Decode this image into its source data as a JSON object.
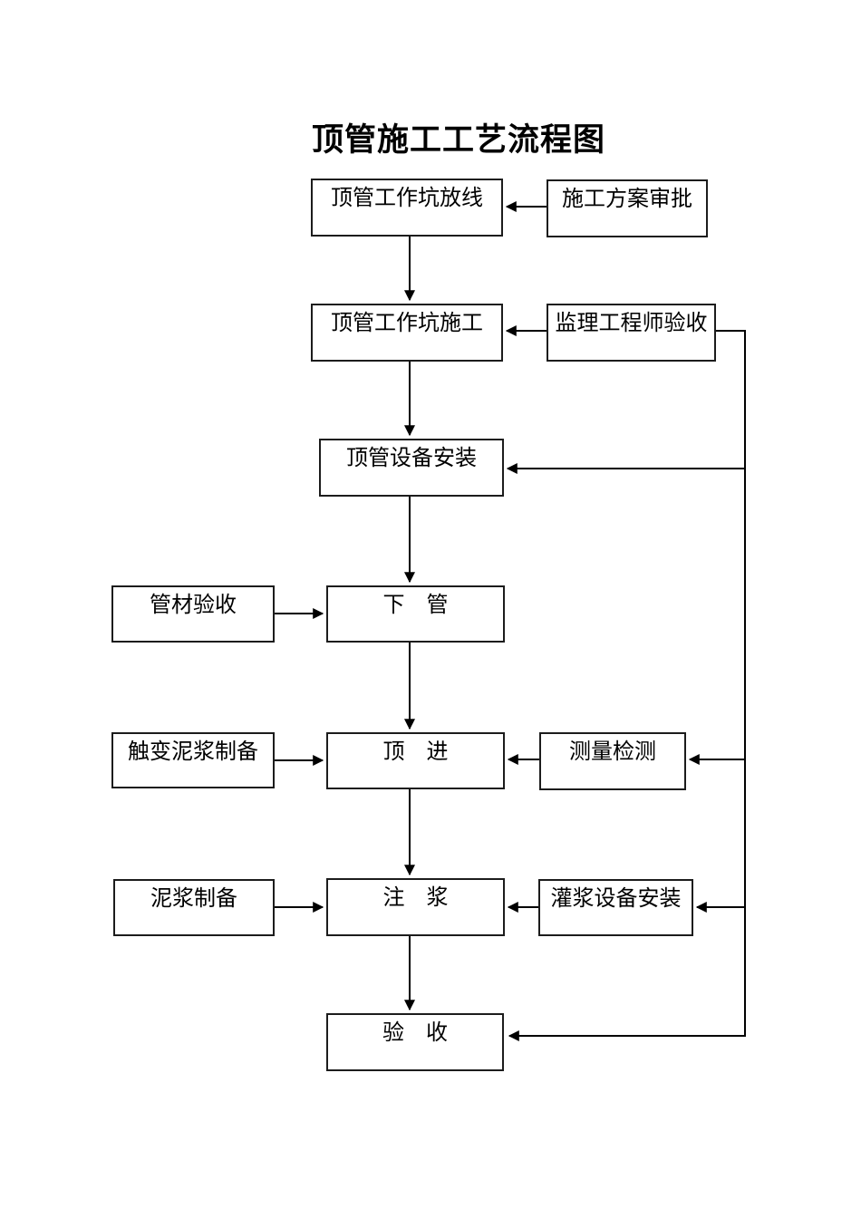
{
  "page": {
    "title": "顶管施工工艺流程图"
  },
  "colors": {
    "line": "#000000",
    "text": "#000000",
    "background": "#ffffff",
    "box_border": "#1c1c1c"
  },
  "nodes": {
    "pit_layout": {
      "label": "顶管工作坑放线"
    },
    "plan_approval": {
      "label": "施工方案审批"
    },
    "pit_construction": {
      "label": "顶管工作坑施工"
    },
    "supervisor_acceptance": {
      "label": "监理工程师验收"
    },
    "equipment_install": {
      "label": "顶管设备安装"
    },
    "pipe_inspection": {
      "label": "管材验收"
    },
    "pipe_lowering": {
      "label": "下　管"
    },
    "thixotropic_slurry_prep": {
      "label": "触变泥浆制备"
    },
    "jacking": {
      "label": "顶　进"
    },
    "survey_check": {
      "label": "测量检测"
    },
    "slurry_prep": {
      "label": "泥浆制备"
    },
    "grouting": {
      "label": "注　浆"
    },
    "grouting_equipment_install": {
      "label": "灌浆设备安装"
    },
    "acceptance": {
      "label": "验　收"
    }
  },
  "edges": [
    {
      "from": "plan_approval",
      "to": "pit_layout"
    },
    {
      "from": "pit_layout",
      "to": "pit_construction"
    },
    {
      "from": "supervisor_acceptance",
      "to": "pit_construction"
    },
    {
      "from": "pit_construction",
      "to": "equipment_install"
    },
    {
      "from": "supervisor_acceptance",
      "to": "equipment_install"
    },
    {
      "from": "equipment_install",
      "to": "pipe_lowering"
    },
    {
      "from": "pipe_inspection",
      "to": "pipe_lowering"
    },
    {
      "from": "pipe_lowering",
      "to": "jacking"
    },
    {
      "from": "thixotropic_slurry_prep",
      "to": "jacking"
    },
    {
      "from": "survey_check",
      "to": "jacking"
    },
    {
      "from": "supervisor_acceptance",
      "to": "survey_check"
    },
    {
      "from": "jacking",
      "to": "grouting"
    },
    {
      "from": "slurry_prep",
      "to": "grouting"
    },
    {
      "from": "grouting_equipment_install",
      "to": "grouting"
    },
    {
      "from": "supervisor_acceptance",
      "to": "grouting_equipment_install"
    },
    {
      "from": "grouting",
      "to": "acceptance"
    },
    {
      "from": "supervisor_acceptance",
      "to": "acceptance"
    }
  ]
}
